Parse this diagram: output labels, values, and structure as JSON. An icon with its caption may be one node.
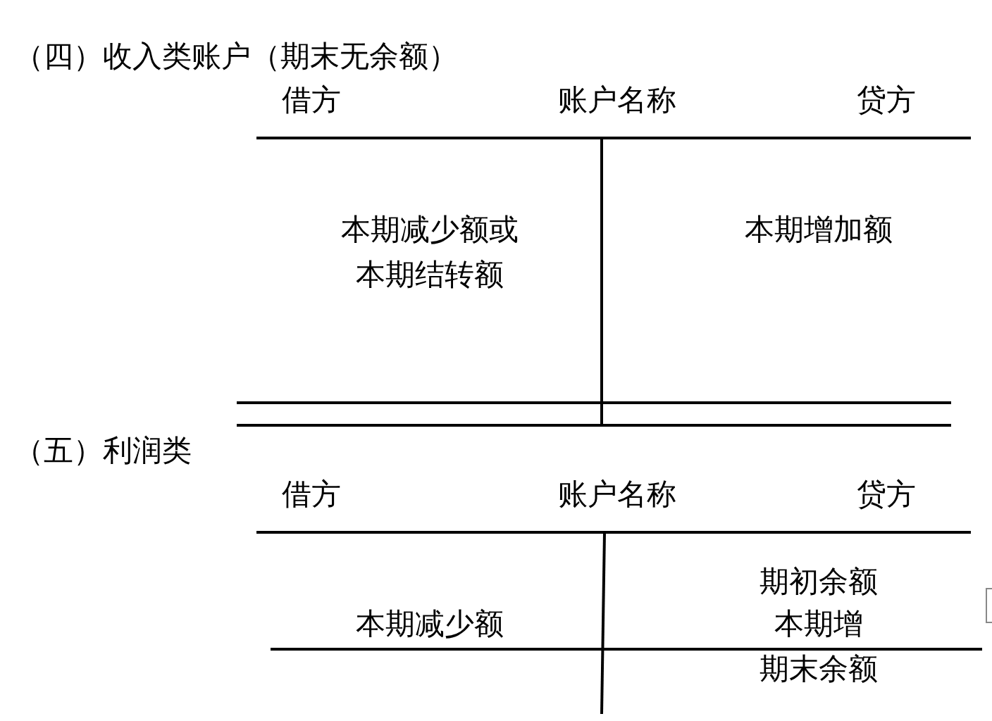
{
  "diagram": {
    "labels": [
      "（四）收入类账户（期末无余额）",
      "借方",
      "账户名称",
      "贷方",
      "本期减少额或本期结转额",
      "本期增加额",
      "（五）利润类",
      "借方",
      "账户名称",
      "贷方",
      "期初余额",
      "本期减少额",
      "本期增",
      "期末余额"
    ]
  }
}
